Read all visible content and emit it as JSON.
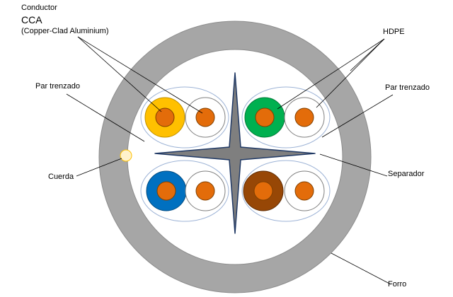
{
  "labels": {
    "conductor": "Conductor",
    "cca": "CCA",
    "cca_full": "(Copper-Clad Aluminium)",
    "hdpe": "HDPE",
    "par_left": "Par trenzado",
    "par_right": "Par trenzado",
    "cuerda": "Cuerda",
    "separador": "Separador",
    "forro": "Forro"
  },
  "colors": {
    "jacket": "#A6A6A6",
    "core_fill": "#FFFFFF",
    "pair_outline": "#9DB3D6",
    "separator_fill": "#7F7F7F",
    "separator_stroke": "#1F3864",
    "conductor": "#E36C0A",
    "insulation_white": "#FFFFFF",
    "insulation_orange": "#FFC000",
    "insulation_green": "#00B050",
    "insulation_blue": "#0070C0",
    "insulation_brown": "#974706",
    "ripcord": "#FFF2CC",
    "leader_line": "#000000"
  }
}
